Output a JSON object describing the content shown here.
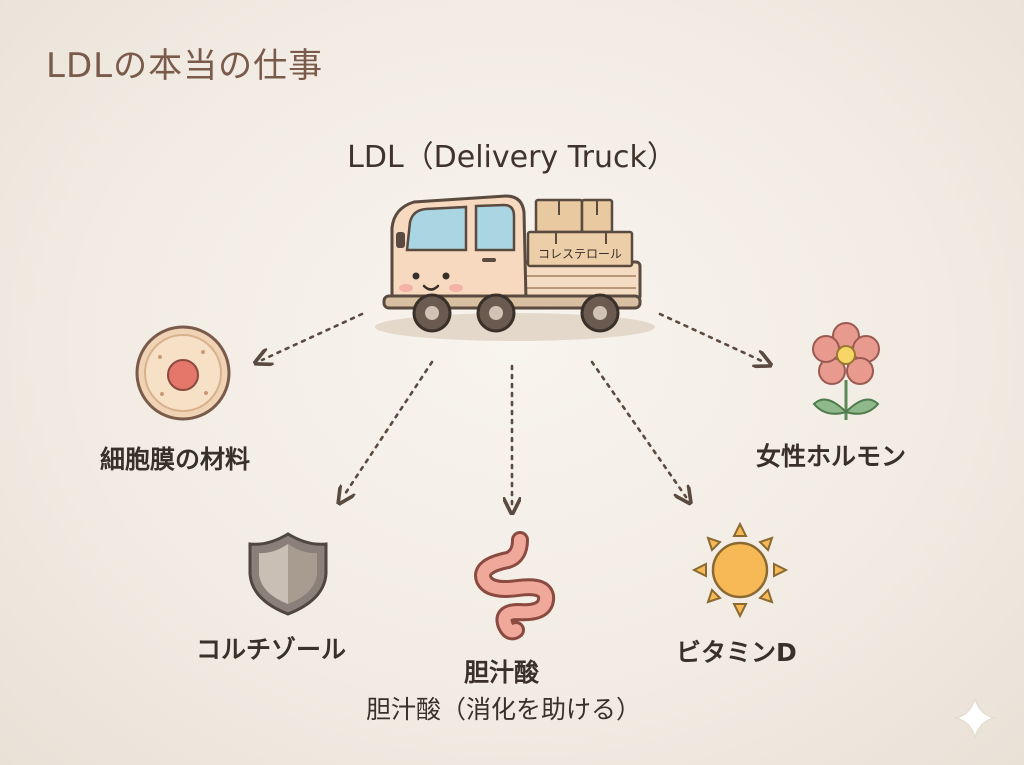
{
  "title": "LDLの本当の仕事",
  "subtitle": "LDL（Delivery Truck）",
  "truck": {
    "cargo_label": "コレステロール"
  },
  "targets": {
    "cell_membrane": "細胞膜の材料",
    "female_hormone": "女性ホルモン",
    "cortisol": "コルチゾール",
    "bile_acid_main": "胆汁酸",
    "bile_acid_desc": "胆汁酸（消化を助ける）",
    "vitamin_d": "ビタミンD"
  },
  "colors": {
    "background": "#f1ebe3",
    "title": "#7a5a4a",
    "text": "#3a302a",
    "truck_body": "#f7d9bf",
    "box": "#e8c9a0",
    "intestine": "#efa89a",
    "sun": "#f7b955",
    "flower": "#e99a8e"
  },
  "icons": {
    "cell": "cell-icon",
    "flower": "flower-icon",
    "shield": "shield-icon",
    "intestine": "intestine-icon",
    "sun": "sun-icon",
    "sparkle": "sparkle-icon"
  }
}
